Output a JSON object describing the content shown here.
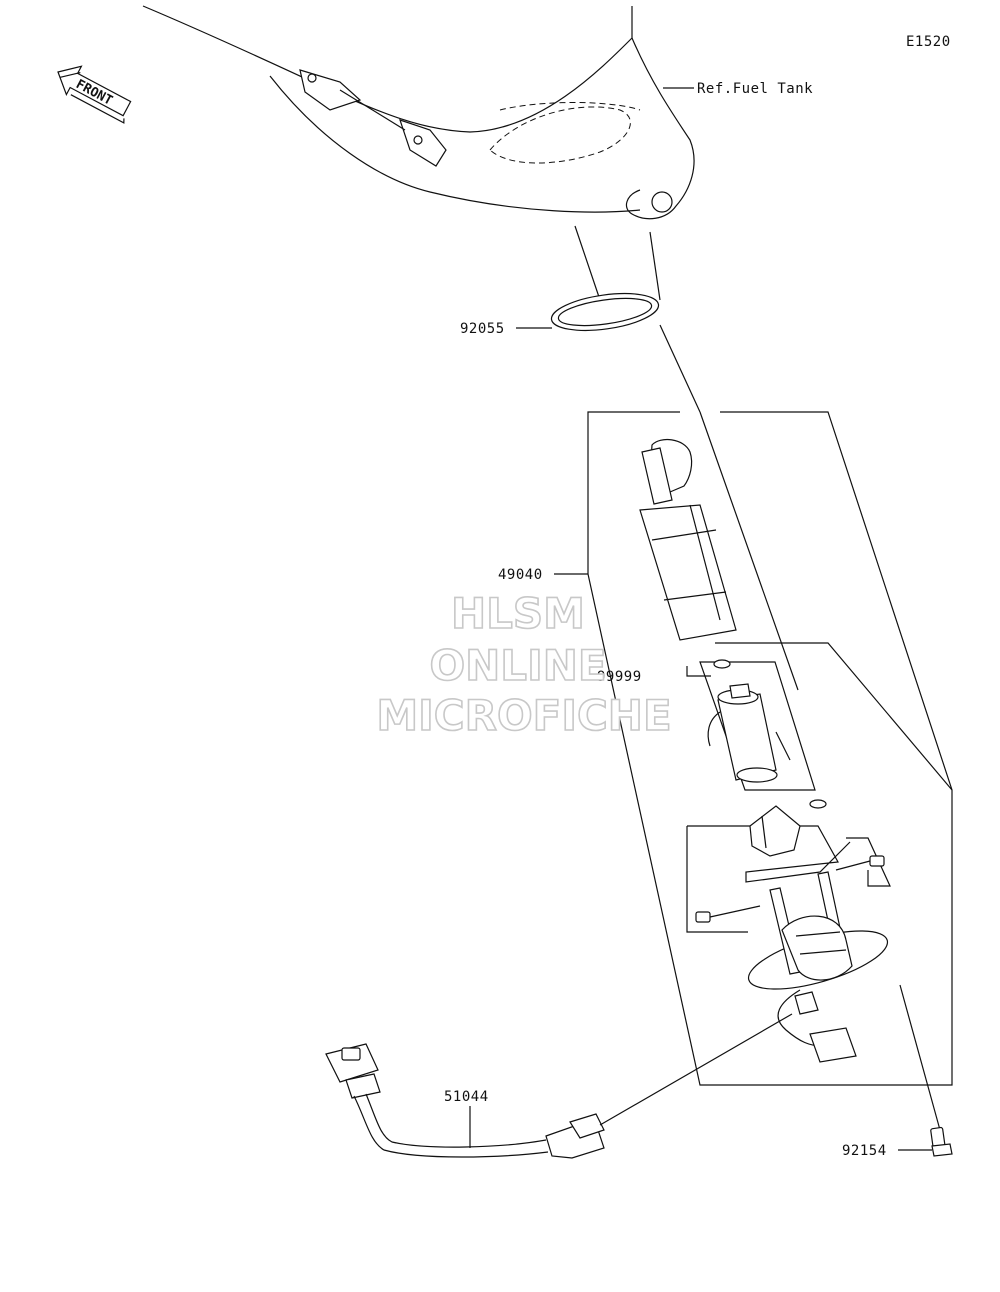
{
  "diagram_code": "E1520",
  "front_label": "FRONT",
  "ref_label": "Ref.Fuel Tank",
  "parts": {
    "oring": "92055",
    "pump_assy": "49040",
    "filter": "99999",
    "harness": "51044",
    "bolt": "92154"
  },
  "watermark": {
    "line1": "HLSM",
    "line2": "ONLINE",
    "line3": "MICROFICHE",
    "color": "#c8c8c8"
  }
}
